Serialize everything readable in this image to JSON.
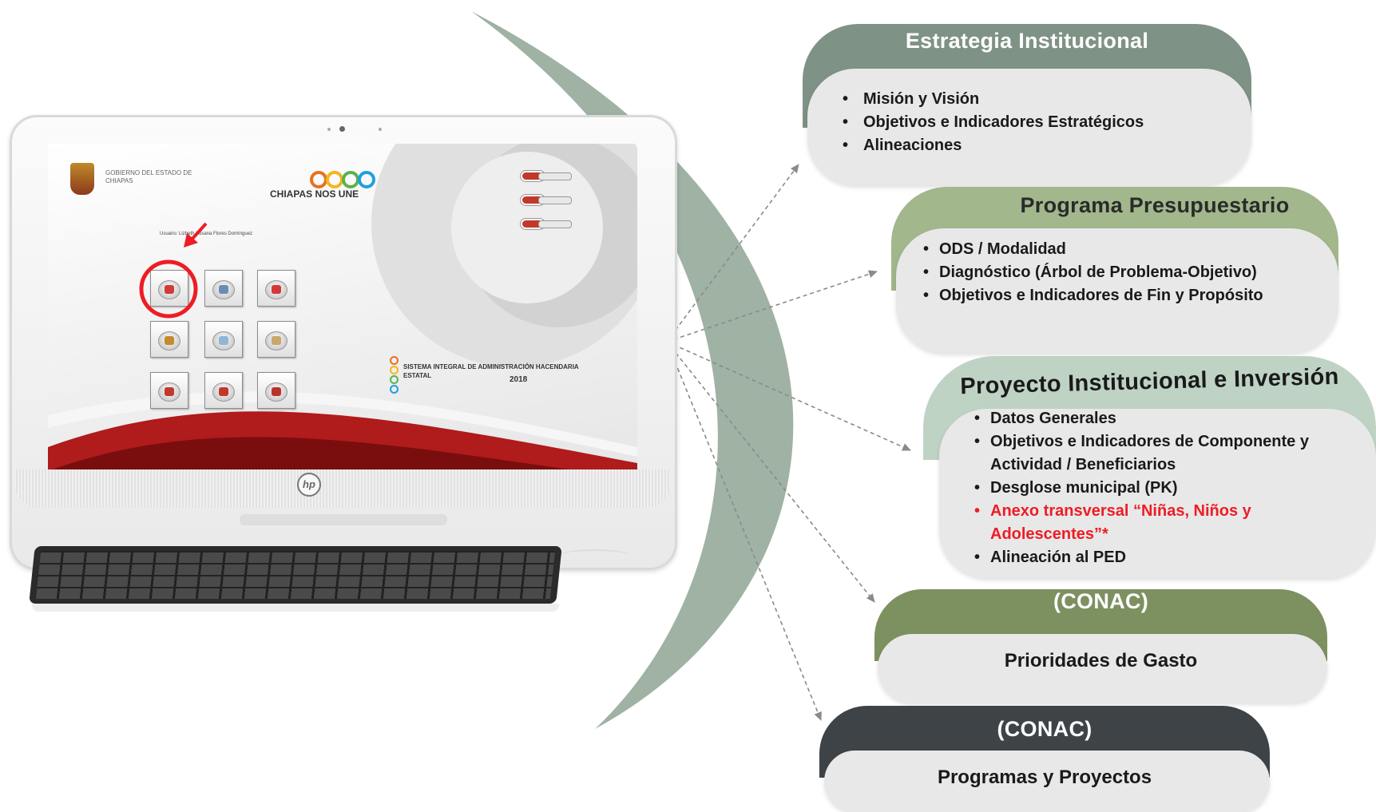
{
  "screen": {
    "gov_text": "GOBIERNO DEL ESTADO DE CHIAPAS",
    "brand_text": "CHIAPAS NOS UNE",
    "user_line": "Usuario: Lizbeth Susana Flores Domínguez",
    "system_title": "SISTEMA INTEGRAL DE ADMINISTRACIÓN HACENDARIA ESTATAL",
    "system_year": "2018",
    "hp_logo": "hp",
    "colors": {
      "red_highlight": "#ee1c24",
      "ring_yellow": "#f3b61f",
      "ring_orange": "#e8711e",
      "ring_blue": "#1fa0dd",
      "ring_green": "#59b34b"
    }
  },
  "boxes": {
    "estrategia": {
      "title": "Estrategia Institucional",
      "items": [
        "Misión y Visión",
        "Objetivos e Indicadores Estratégicos",
        "Alineaciones"
      ],
      "header_color": "#7f9286"
    },
    "programa": {
      "title": "Programa Presupuestario",
      "items": [
        "ODS / Modalidad",
        "Diagnóstico (Árbol de Problema-Objetivo)",
        "Objetivos e Indicadores de Fin y Propósito"
      ],
      "header_color": "#a2b78c"
    },
    "proyecto": {
      "title": "Proyecto Institucional e Inversión",
      "items": [
        "Datos Generales",
        "Objetivos e Indicadores de Componente y Actividad / Beneficiarios",
        "Desglose municipal (PK)",
        "Anexo transversal  “Niñas, Niños y Adolescentes”*",
        "Alineación al PED"
      ],
      "highlight_item_index": 3,
      "header_color": "#bfd3c5"
    },
    "prioridades": {
      "title": "(CONAC)",
      "body": "Prioridades de Gasto",
      "header_color": "#7d9060"
    },
    "programas_proyectos": {
      "title": "(CONAC)",
      "body": "Programas y Proyectos",
      "header_color": "#3e4347"
    }
  },
  "colors": {
    "arc": "#9fb2a4",
    "arrow": "#8a8a8a",
    "box_body": "#e8e8e8"
  }
}
